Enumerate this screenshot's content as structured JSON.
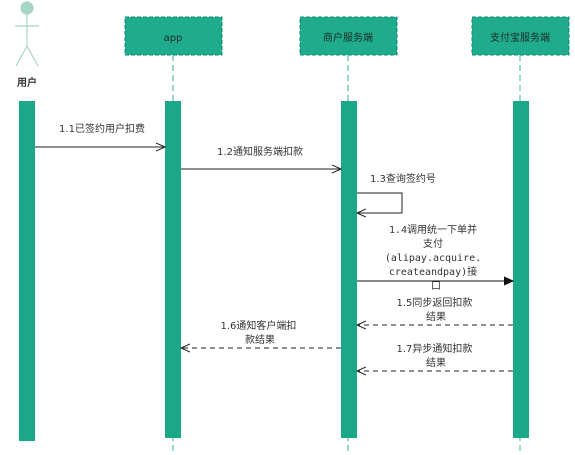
{
  "participants": {
    "user": {
      "label": "用户"
    },
    "app": {
      "label": "app"
    },
    "merchant": {
      "label": "商户服务端"
    },
    "alipay": {
      "label": "支付宝服务端"
    }
  },
  "messages": {
    "m1": {
      "lines": [
        "1.1已签约用户扣费"
      ]
    },
    "m2": {
      "lines": [
        "1.2通知服务端扣款"
      ]
    },
    "m3": {
      "lines": [
        "1.3查询签约号"
      ]
    },
    "m4": {
      "lines": [
        "1.4调用统一下单并",
        "支付",
        "(alipay.acquire.",
        "createandpay)接",
        "口"
      ]
    },
    "m5": {
      "lines": [
        "1.5同步返回扣款",
        "结果"
      ]
    },
    "m6": {
      "lines": [
        "1.6通知客户端扣",
        "款结果"
      ]
    },
    "m7": {
      "lines": [
        "1.7异步通知扣款",
        "结果"
      ]
    }
  },
  "colors": {
    "actor": "#a8d5c3",
    "box_fill": "#1fac8c",
    "box_border": "#13896f",
    "activation": "#1ba889",
    "lifeline": "#35b19a",
    "arrow": "#222222"
  }
}
